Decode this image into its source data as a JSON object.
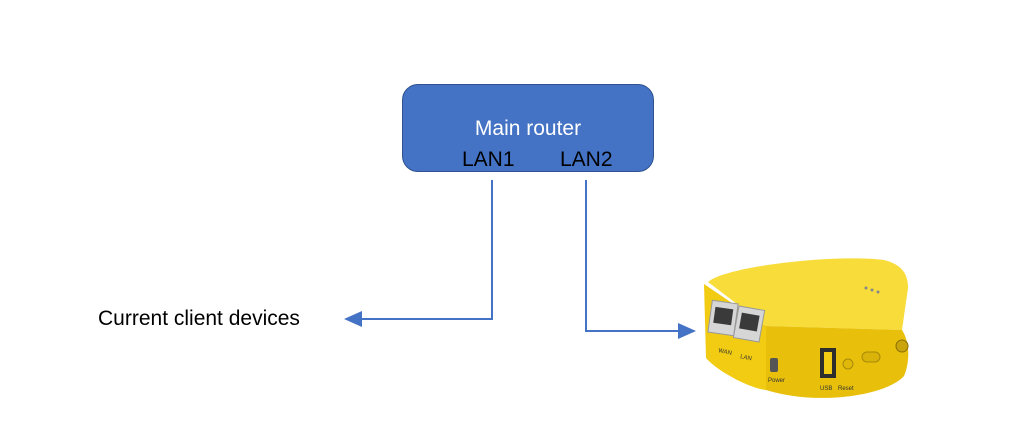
{
  "router": {
    "title": "Main router",
    "ports": [
      "LAN1",
      "LAN2"
    ]
  },
  "client": {
    "label": "Current client devices"
  },
  "device": {
    "icon": "travel-router-icon",
    "port_labels": [
      "WAN",
      "LAN"
    ],
    "button_labels": [
      "Power",
      "USB",
      "Reset"
    ]
  },
  "colors": {
    "router_fill": "#4472c4",
    "connector": "#4472c4",
    "device_body": "#f5d21a"
  }
}
